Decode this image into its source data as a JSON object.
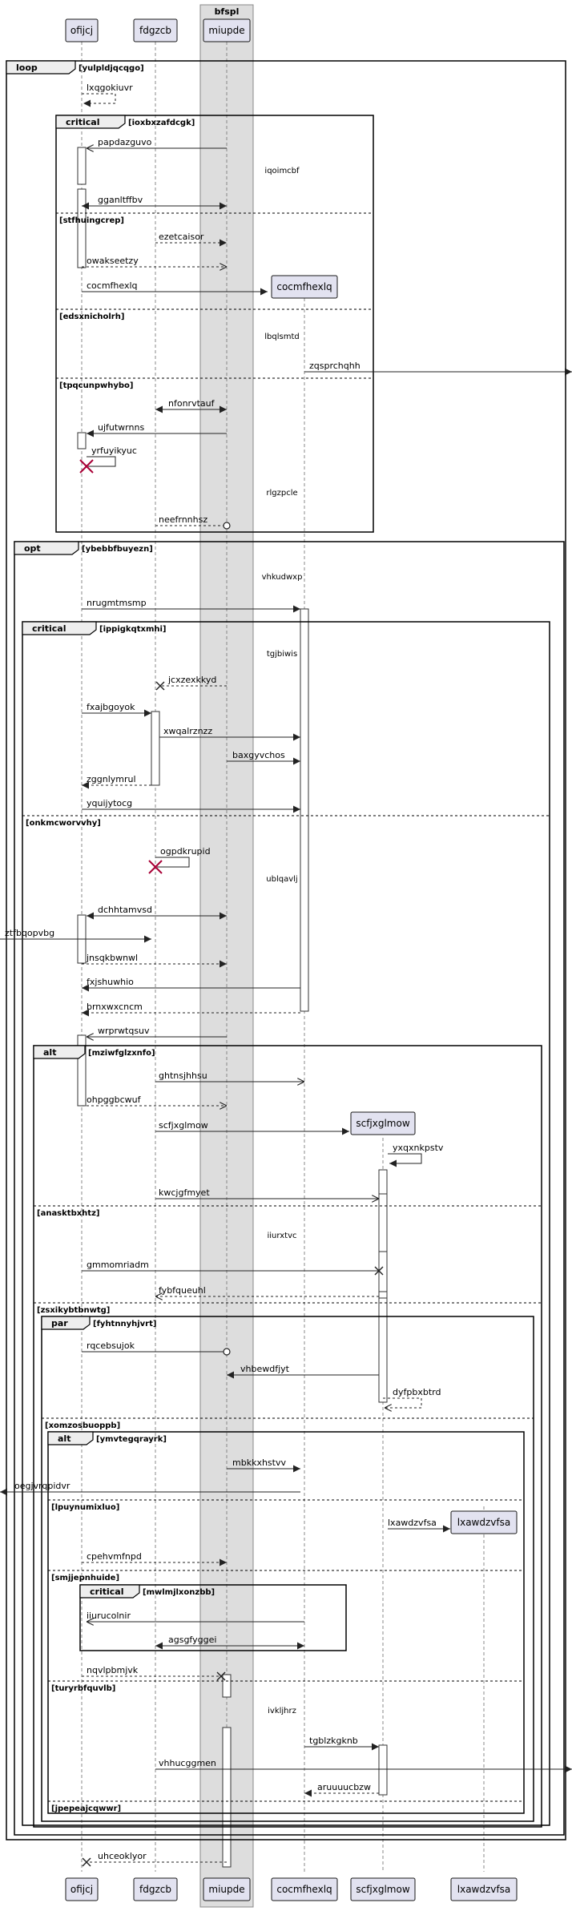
{
  "box": {
    "label": "bfspl"
  },
  "participants": [
    "ofijcj",
    "fdgzcb",
    "miupde",
    "cocmfhexlq",
    "scfjxglmow",
    "lxawdzvfsa"
  ],
  "fragments": [
    {
      "kind": "loop",
      "cond": "[yulpldjqcqgo]"
    },
    {
      "kind": "critical",
      "cond": "[ioxbxzafdcgk]"
    },
    {
      "kind": "opt",
      "cond": "[ybebbfbuyezn]"
    },
    {
      "kind": "critical",
      "cond": "[ippigkqtxmhi]"
    },
    {
      "kind": "alt",
      "cond": "[mziwfglzxnfo]"
    },
    {
      "kind": "par",
      "cond": "[fyhtnnyhjvrt]"
    },
    {
      "kind": "alt",
      "cond": "[ymvtegqrayrk]"
    },
    {
      "kind": "critical",
      "cond": "[mwlmjlxonzbb]"
    }
  ],
  "separators": [
    "[stfhuingcrep]",
    "[edsxnicholrh]",
    "[tpqcunpwhybo]",
    "[onkmcworvvhy]",
    "[anasktbxhtz]",
    "[zsxikybtbnwtg]",
    "[xomzosbuoppb]",
    "[lpuynumixluo]",
    "[smjjepnhuide]",
    "[turyrbfquvlb]",
    "[jpepeajcqwwr]"
  ],
  "notes": [
    "iqoimcbf",
    "lbqlsmtd",
    "rlgzpcle",
    "vhkudwxp",
    "tgjbiwis",
    "ublqavlj",
    "iiurxtvc",
    "ivkljhrz"
  ],
  "messages": [
    "lxqgokiuvr",
    "papdazguvo",
    "gganltffbv",
    "ezetcaisor",
    "owakseetzy",
    "cocmfhexlq",
    "zqsprchqhh",
    "nfonrvtauf",
    "ujfutwrnns",
    "yrfuyikyuc",
    "neefrnnhsz",
    "nrugmtmsmp",
    "jcxzexkkyd",
    "fxajbgoyok",
    "xwqalrznzz",
    "baxgyvchos",
    "zggnlymrul",
    "yquijytocg",
    "ogpdkrupid",
    "dchhtamvsd",
    "ztfbqopvbg",
    "jnsqkbwnwl",
    "fxjshuwhio",
    "brnxwxcncm",
    "wrprwtqsuv",
    "ghtnsjhhsu",
    "ohpggbcwuf",
    "scfjxglmow",
    "yxqxnkpstv",
    "kwcjgfmyet",
    "gmmomriadm",
    "fybfqueuhl",
    "rqcebsujok",
    "vhbewdfjyt",
    "dyfpbxbtrd",
    "mbkkxhstvv",
    "oegjvrqpidvr",
    "lxawdzvfsa",
    "cpehvmfnpd",
    "iiurucolnir",
    "agsgfyggei",
    "nqvlpbmjvk",
    "tgblzkgknb",
    "vhhucggmen",
    "aruuuucbzw",
    "uhceoklyor"
  ]
}
